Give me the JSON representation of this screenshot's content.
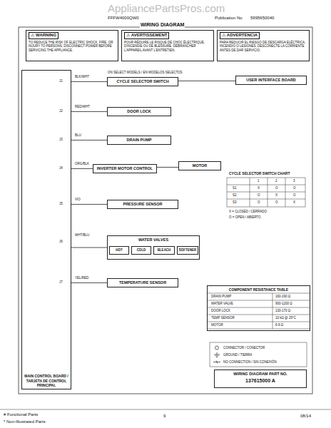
{
  "diagram": {
    "title": "WIRING DIAGRAM",
    "nodes": [
      {
        "text": [
          "⚠ WARNING",
          "TO REDUCE THE RISK OF ELECTRIC SHOCK, FIRE, OR INJURY TO PERSONS, DISCONNECT POWER BEFORE SERVICING THE APPLIANCE."
        ]
      },
      {
        "text": [
          "⚠ AVERTISSEMENT",
          "POUR RÉDUIRE LE RISQUE DE CHOC ÉLECTRIQUE, D'INCENDIE OU DE BLESSURE, DÉBRANCHER L'APPAREIL AVANT L'ENTRETIEN."
        ]
      },
      {
        "text": [
          "⚠ ADVERTENCIA",
          "PARA REDUCIR EL RIESGO DE DESCARGA ELÉCTRICA, INCENDIO O LESIONES, DESCONECTE LA CORRIENTE ANTES DE DAR SERVICIO."
        ]
      },
      {
        "text": [
          "MAIN CONTROL BOARD / TARJETA DE CONTROL PRINCIPAL"
        ]
      },
      {
        "text": [
          "CYCLE SELECTOR SWITCH"
        ]
      },
      {
        "text": [
          "USER INTERFACE BOARD"
        ]
      },
      {
        "text": [
          "DOOR LOCK"
        ]
      },
      {
        "text": [
          "DRAIN PUMP"
        ]
      },
      {
        "text": [
          "INVERTER MOTOR CONTROL"
        ]
      },
      {
        "text": [
          "MOTOR"
        ]
      },
      {
        "text": [
          "PRESSURE SENSOR"
        ]
      },
      {
        "text": [
          "WATER VALVES"
        ]
      },
      {
        "text": [
          "HOT"
        ],
        "in": 11
      },
      {
        "text": [
          "COLD"
        ],
        "in": 11
      },
      {
        "text": [
          "BLEACH"
        ],
        "in": 11
      },
      {
        "text": [
          "SOFTENER"
        ],
        "in": 11
      },
      {
        "text": [
          "TEMPERATURE SENSOR"
        ]
      },
      {
        "text": [
          "COMPONENT RESISTANCE TABLE"
        ]
      },
      {
        "text": [
          "WIRING DIAGRAM PART NO.",
          "137615000 A"
        ]
      }
    ],
    "edges": [
      {
        "from": 3,
        "to": 4,
        "arrow": "none"
      },
      {
        "from": 4,
        "to": 5,
        "arrow": "none"
      },
      {
        "from": 3,
        "to": 6,
        "arrow": "none"
      },
      {
        "from": 3,
        "to": 7,
        "arrow": "none"
      },
      {
        "from": 3,
        "to": 8,
        "arrow": "none"
      },
      {
        "from": 8,
        "to": 9,
        "arrow": "none"
      },
      {
        "from": 3,
        "to": 10,
        "arrow": "none"
      },
      {
        "from": 3,
        "to": 11,
        "arrow": "none"
      },
      {
        "from": 3,
        "to": 16,
        "arrow": "none"
      }
    ],
    "labels": [
      "AppliancePartsPros.com",
      "FFFW4000QW0",
      "Publication No",
      "5995650040",
      "WIRING DIAGRAM",
      "ON SELECT MODELS / EN MODELOS SELECTOS",
      "J1",
      "J2",
      "J3",
      "J4",
      "J5",
      "J6",
      "J7",
      "BLK/WHT",
      "RED/WHT",
      "BLU",
      "ORG/BLK",
      "VIO",
      "WHT/BLU",
      "YEL/RED",
      "CYCLE SELECTOR SWITCH CHART",
      "1",
      "2",
      "3",
      "S1",
      "X",
      "O",
      "O",
      "S2",
      "O",
      "X",
      "O",
      "S3",
      "O",
      "O",
      "X",
      "X = CLOSED / CERRADO",
      "O = OPEN / ABIERTO",
      "DRAIN PUMP",
      "160-190 Ω",
      "WATER VALVE",
      "900-1200 Ω",
      "DOOR LOCK",
      "130-170 Ω",
      "TEMP SENSOR",
      "10 kΩ @ 25°C",
      "MOTOR",
      "6-9 Ω",
      "# Functional Parts",
      "* Non-Illustrated Parts",
      "9",
      "08/14"
    ],
    "legend": [
      {
        "text": "CONNECTOR / CONECTOR"
      },
      {
        "text": "GROUND / TIERRA"
      },
      {
        "text": "NO CONNECTION / SIN CONEXIÓN"
      }
    ]
  }
}
